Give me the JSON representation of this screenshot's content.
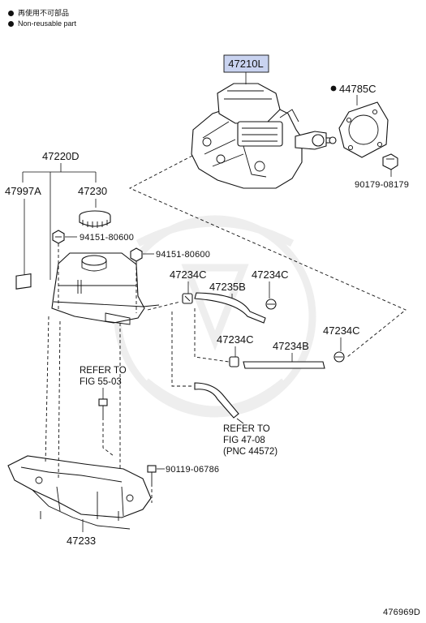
{
  "legend": {
    "non_reusable_cn": "再使用不可部品",
    "non_reusable_en": "Non-reusable part"
  },
  "parts": {
    "booster": "47210L",
    "gasket": "44785C",
    "nut_booster": "90179-08179",
    "reservoir_sub": "47220D",
    "label_plate": "47997A",
    "cap": "47230",
    "bolt_a": "94151-80600",
    "bolt_b": "94151-80600",
    "clip_1": "47234C",
    "clip_2": "47234C",
    "hose_a": "47235B",
    "clip_3": "47234C",
    "hose_b": "47234B",
    "clip_4": "47234C",
    "bolt_c": "90119-06786",
    "bracket": "47233"
  },
  "refs": {
    "ref1_line1": "REFER TO",
    "ref1_line2": "FIG 55-03",
    "ref2_line1": "REFER TO",
    "ref2_line2": "FIG 47-08",
    "ref2_line3": "(PNC 44572)"
  },
  "illustration_id": "476969D",
  "colors": {
    "highlight": "#c9d3f0",
    "line": "#111111"
  }
}
